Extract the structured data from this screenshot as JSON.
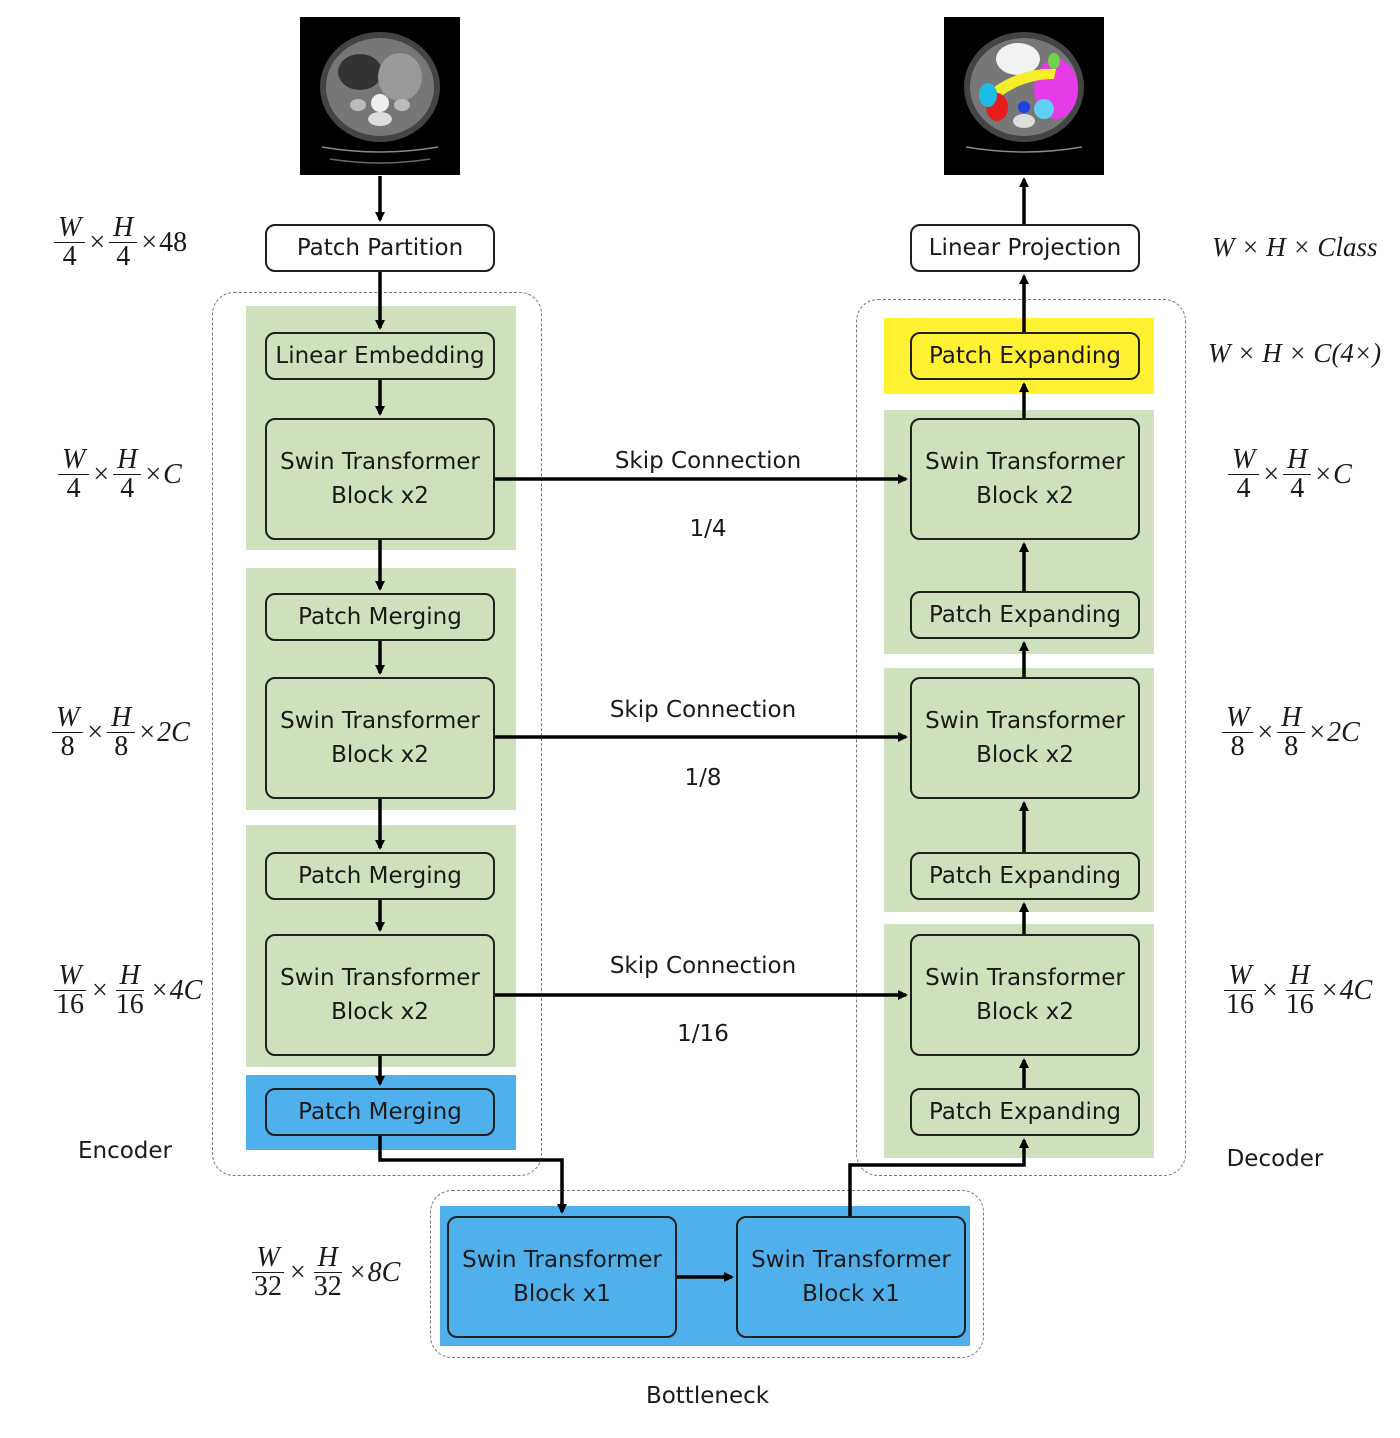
{
  "input_image": "ct-scan-input",
  "output_image": "segmentation-output",
  "top": {
    "patch_partition": "Patch Partition",
    "linear_projection": "Linear Projection"
  },
  "encoder": {
    "title": "Encoder",
    "linear_embedding": "Linear Embedding",
    "stage1_block": "Swin Transformer\nBlock x2",
    "patch_merging_1": "Patch Merging",
    "stage2_block": "Swin Transformer\nBlock x2",
    "patch_merging_2": "Patch Merging",
    "stage3_block": "Swin Transformer\nBlock x2",
    "patch_merging_3": "Patch Merging"
  },
  "decoder": {
    "title": "Decoder",
    "final_patch_expanding": "Patch Expanding",
    "stage1_block": "Swin Transformer\nBlock x2",
    "patch_expanding_1": "Patch Expanding",
    "stage2_block": "Swin Transformer\nBlock x2",
    "patch_expanding_2": "Patch Expanding",
    "stage3_block": "Swin Transformer\nBlock x2",
    "patch_expanding_3": "Patch Expanding"
  },
  "bottleneck": {
    "title": "Bottleneck",
    "block_a": "Swin Transformer\nBlock x1",
    "block_b": "Swin Transformer\nBlock x1"
  },
  "skip_connections": [
    {
      "label": "Skip Connection",
      "ratio": "1/4"
    },
    {
      "label": "Skip Connection",
      "ratio": "1/8"
    },
    {
      "label": "Skip Connection",
      "ratio": "1/16"
    }
  ],
  "dims_left": [
    {
      "wn": "W",
      "wd": "4",
      "hn": "H",
      "hd": "4",
      "suffix": "48"
    },
    {
      "wn": "W",
      "wd": "4",
      "hn": "H",
      "hd": "4",
      "suffix": "C"
    },
    {
      "wn": "W",
      "wd": "8",
      "hn": "H",
      "hd": "8",
      "suffix": "2C"
    },
    {
      "wn": "W",
      "wd": "16",
      "hn": "H",
      "hd": "16",
      "suffix": "4C"
    },
    {
      "wn": "W",
      "wd": "32",
      "hn": "H",
      "hd": "32",
      "suffix": "8C"
    }
  ],
  "dims_right": [
    {
      "wn": "W",
      "wd": "4",
      "hn": "H",
      "hd": "4",
      "suffix": "C"
    },
    {
      "wn": "W",
      "wd": "8",
      "hn": "H",
      "hd": "8",
      "suffix": "2C"
    },
    {
      "wn": "W",
      "wd": "16",
      "hn": "H",
      "hd": "16",
      "suffix": "4C"
    }
  ],
  "dims_plain": {
    "output": "W × H × Class",
    "expanded": "W × H × C(4×)"
  },
  "colors": {
    "stage_green": "#cfe0bc",
    "merge_blue": "#4fb0ec",
    "expand_yellow": "#fff031"
  }
}
